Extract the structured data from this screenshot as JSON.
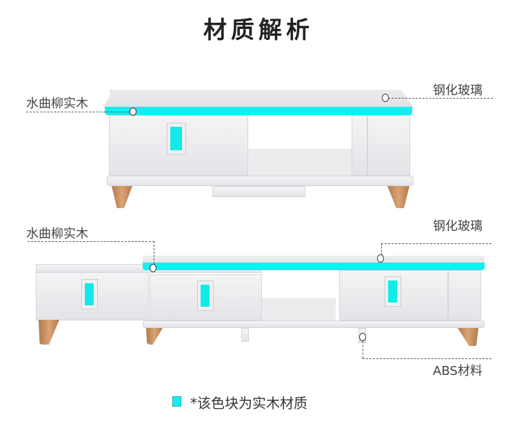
{
  "title": "材质解析",
  "coffee_table": {
    "label_wood": "水曲柳实木",
    "label_glass": "钢化玻璃"
  },
  "tv_stand": {
    "label_wood": "水曲柳实木",
    "label_glass": "钢化玻璃",
    "label_abs": "ABS材料"
  },
  "legend": {
    "text": "*该色块为实木材质",
    "color": "#10f0f0"
  }
}
